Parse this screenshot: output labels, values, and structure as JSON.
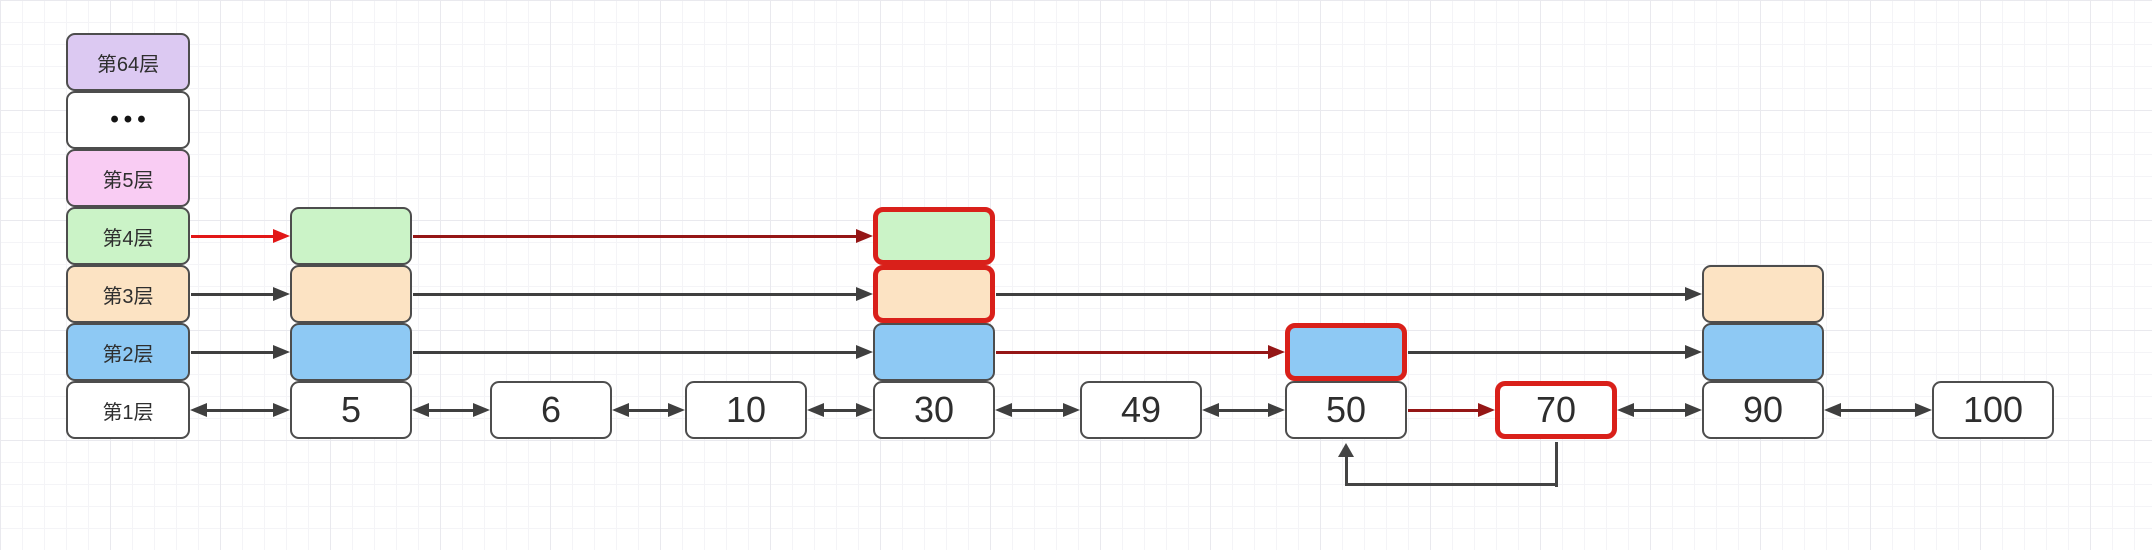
{
  "header": {
    "levels": [
      {
        "id": "level-64",
        "label": "第64层",
        "fill": "#dcc9f2"
      },
      {
        "id": "level-ellipsis",
        "label": "•••",
        "fill": "#ffffff"
      },
      {
        "id": "level-5",
        "label": "第5层",
        "fill": "#f9ccf3"
      },
      {
        "id": "level-4",
        "label": "第4层",
        "fill": "#cbf3c7"
      },
      {
        "id": "level-3",
        "label": "第3层",
        "fill": "#fce3c3"
      },
      {
        "id": "level-2",
        "label": "第2层",
        "fill": "#8ec9f4"
      },
      {
        "id": "level-1",
        "label": "第1层",
        "fill": "#ffffff"
      }
    ]
  },
  "nodes": [
    {
      "id": "5",
      "value": "5",
      "levels": [
        4,
        3,
        2,
        1
      ],
      "highlighted_levels": []
    },
    {
      "id": "6",
      "value": "6",
      "levels": [
        1
      ],
      "highlighted_levels": []
    },
    {
      "id": "10",
      "value": "10",
      "levels": [
        1
      ],
      "highlighted_levels": []
    },
    {
      "id": "30",
      "value": "30",
      "levels": [
        4,
        3,
        2,
        1
      ],
      "highlighted_levels": [
        4,
        3
      ]
    },
    {
      "id": "49",
      "value": "49",
      "levels": [
        1
      ],
      "highlighted_levels": []
    },
    {
      "id": "50",
      "value": "50",
      "levels": [
        2,
        1
      ],
      "highlighted_levels": [
        2
      ]
    },
    {
      "id": "70",
      "value": "70",
      "levels": [
        1
      ],
      "highlighted_levels": [
        1
      ]
    },
    {
      "id": "90",
      "value": "90",
      "levels": [
        3,
        2,
        1
      ],
      "highlighted_levels": []
    },
    {
      "id": "100",
      "value": "100",
      "levels": [
        1
      ],
      "highlighted_levels": []
    }
  ],
  "links": [
    {
      "id": "l4-header-5",
      "level": 4,
      "from": "header",
      "to": "5",
      "color": "bright_red",
      "double": false
    },
    {
      "id": "l4-5-30",
      "level": 4,
      "from": "5",
      "to": "30",
      "color": "dark_red",
      "double": false
    },
    {
      "id": "l3-header-5",
      "level": 3,
      "from": "header",
      "to": "5",
      "color": "black",
      "double": false
    },
    {
      "id": "l3-5-30",
      "level": 3,
      "from": "5",
      "to": "30",
      "color": "black",
      "double": false
    },
    {
      "id": "l3-30-90",
      "level": 3,
      "from": "30",
      "to": "90",
      "color": "black",
      "double": false
    },
    {
      "id": "l2-header-5",
      "level": 2,
      "from": "header",
      "to": "5",
      "color": "black",
      "double": false
    },
    {
      "id": "l2-5-30",
      "level": 2,
      "from": "5",
      "to": "30",
      "color": "black",
      "double": false
    },
    {
      "id": "l2-30-50",
      "level": 2,
      "from": "30",
      "to": "50",
      "color": "dark_red",
      "double": false
    },
    {
      "id": "l2-50-90",
      "level": 2,
      "from": "50",
      "to": "90",
      "color": "black",
      "double": false
    },
    {
      "id": "l1-header-5",
      "level": 1,
      "from": "header",
      "to": "5",
      "color": "black",
      "double": true
    },
    {
      "id": "l1-5-6",
      "level": 1,
      "from": "5",
      "to": "6",
      "color": "black",
      "double": true
    },
    {
      "id": "l1-6-10",
      "level": 1,
      "from": "6",
      "to": "10",
      "color": "black",
      "double": true
    },
    {
      "id": "l1-10-30",
      "level": 1,
      "from": "10",
      "to": "30",
      "color": "black",
      "double": true
    },
    {
      "id": "l1-30-49",
      "level": 1,
      "from": "30",
      "to": "49",
      "color": "black",
      "double": true
    },
    {
      "id": "l1-49-50",
      "level": 1,
      "from": "49",
      "to": "50",
      "color": "black",
      "double": true
    },
    {
      "id": "l1-50-70",
      "level": 1,
      "from": "50",
      "to": "70",
      "color": "dark_red",
      "double": false
    },
    {
      "id": "l1-70-90",
      "level": 1,
      "from": "70",
      "to": "90",
      "color": "black",
      "double": true
    },
    {
      "id": "l1-90-100",
      "level": 1,
      "from": "90",
      "to": "100",
      "color": "black",
      "double": true
    }
  ],
  "back_pointer": {
    "from": "70",
    "to": "50",
    "color": "black"
  },
  "colors": {
    "level_64_fill": "#dcc9f2",
    "level_5_fill": "#f9ccf3",
    "level_4_fill": "#cbf3c7",
    "level_3_fill": "#fce3c3",
    "level_2_fill": "#8ec9f4",
    "level_1_fill": "#ffffff",
    "box_border": "#4d4d4d",
    "highlight_border": "#d9201a",
    "arrow_black": "#3f3f3f",
    "arrow_dark_red": "#951616",
    "arrow_bright_red": "#e21717",
    "back_pointer_line": "#444444"
  }
}
